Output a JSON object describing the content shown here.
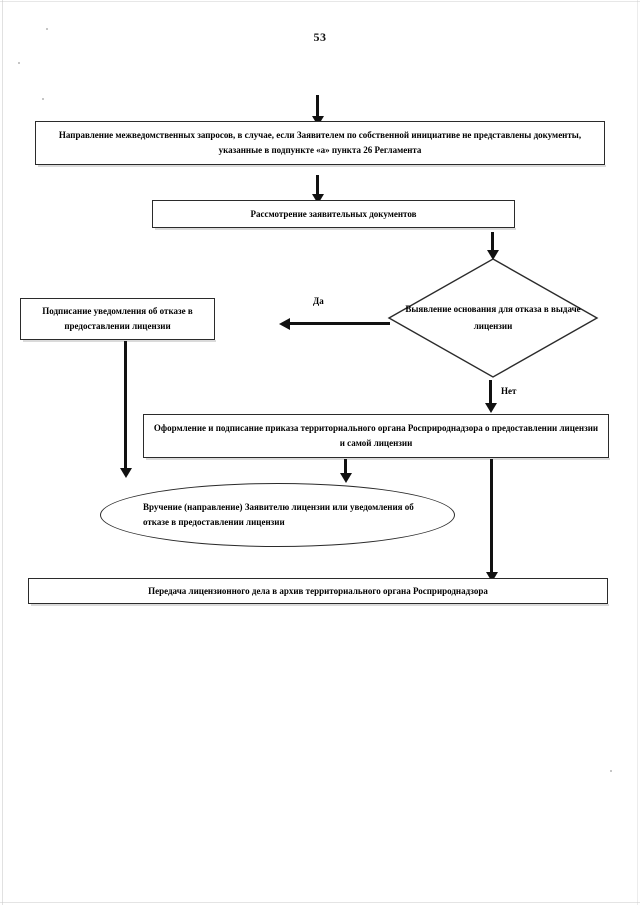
{
  "document": {
    "page_number": "53",
    "type": "flowchart"
  },
  "chart_data": {
    "type": "diagram",
    "title": "",
    "nodes": [
      {
        "id": "n1",
        "shape": "rect",
        "text": "Направление межведомственных запросов, в случае, если Заявителем по собственной инициативе не представлены документы, указанные в подпункте «а» пункта 26 Регламента"
      },
      {
        "id": "n2",
        "shape": "rect",
        "text": "Рассмотрение заявительных документов"
      },
      {
        "id": "n3",
        "shape": "diamond",
        "text": "Выявление основания для отказа в выдаче лицензии"
      },
      {
        "id": "n4",
        "shape": "rect",
        "text": "Подписание уведомления об отказе в предоставлении лицензии"
      },
      {
        "id": "n5",
        "shape": "rect",
        "text": "Оформление и подписание приказа территориального органа Росприроднадзора о предоставлении лицензии и самой лицензии"
      },
      {
        "id": "n6",
        "shape": "ellipse",
        "text": "Вручение (направление) Заявителю лицензии или уведомления об отказе в предоставлении лицензии"
      },
      {
        "id": "n7",
        "shape": "rect",
        "text": "Передача лицензионного дела в архив территориального органа Росприроднадзора"
      }
    ],
    "edges": [
      {
        "from": "entry",
        "to": "n1",
        "label": ""
      },
      {
        "from": "n1",
        "to": "n2",
        "label": ""
      },
      {
        "from": "n2",
        "to": "n3",
        "label": ""
      },
      {
        "from": "n3",
        "to": "n4",
        "label": "Да"
      },
      {
        "from": "n3",
        "to": "n5",
        "label": "Нет"
      },
      {
        "from": "n4",
        "to": "n6",
        "label": ""
      },
      {
        "from": "n5",
        "to": "n6",
        "label": ""
      },
      {
        "from": "n5",
        "to": "n7",
        "label": ""
      }
    ],
    "labels": {
      "yes": "Да",
      "no": "Нет"
    }
  },
  "colors": {
    "stroke": "#2b2b2b",
    "arrow": "#111111",
    "background": "#ffffff",
    "text": "#000000"
  }
}
